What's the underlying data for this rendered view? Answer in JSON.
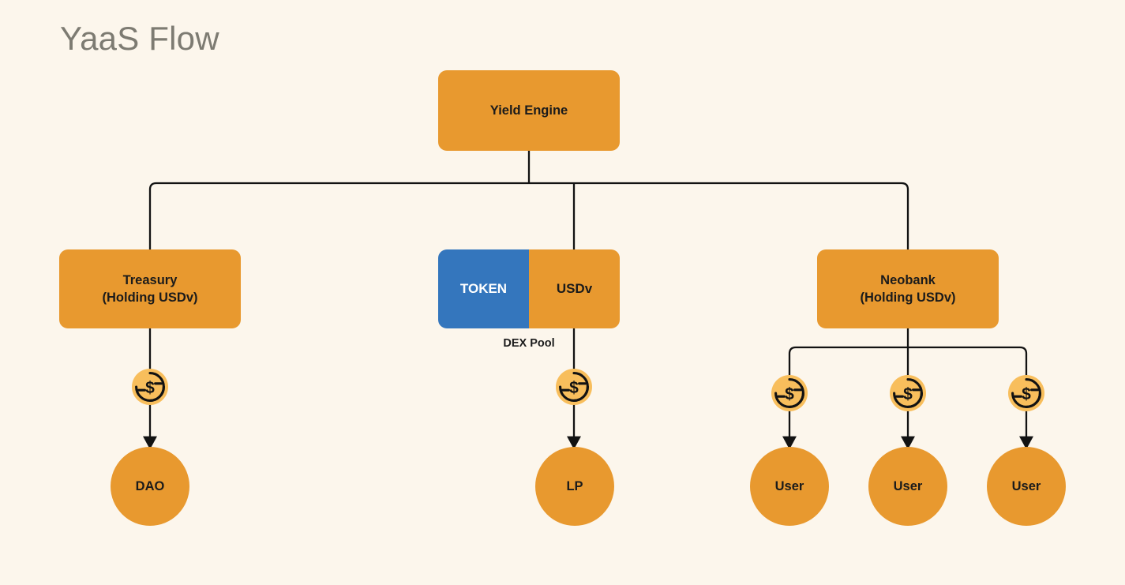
{
  "diagram": {
    "title": "YaaS Flow",
    "type": "flow-diagram",
    "colors": {
      "background": "#FCF6EC",
      "node_orange": "#E8992F",
      "token_blue": "#3476BD",
      "coin_amber": "#F8BE5C",
      "edge": "#121212",
      "title_gray": "#7d7b72",
      "node_text": "#1b1b1b",
      "token_text": "#ffffff"
    },
    "nodes": {
      "yield_engine": {
        "label": "Yield Engine",
        "shape": "rounded-rect"
      },
      "treasury": {
        "label_line1": "Treasury",
        "label_line2": "(Holding USDv)",
        "shape": "rounded-rect"
      },
      "dex_pool": {
        "caption": "DEX Pool",
        "left_label": "TOKEN",
        "right_label": "USDv",
        "shape": "split-rounded-rect"
      },
      "neobank": {
        "label_line1": "Neobank",
        "label_line2": "(Holding USDv)",
        "shape": "rounded-rect"
      },
      "dao": {
        "label": "DAO",
        "shape": "circle"
      },
      "lp": {
        "label": "LP",
        "shape": "circle"
      },
      "user_1": {
        "label": "User",
        "shape": "circle"
      },
      "user_2": {
        "label": "User",
        "shape": "circle"
      },
      "user_3": {
        "label": "User",
        "shape": "circle"
      }
    },
    "coins": [
      {
        "name": "coin-treasury-to-dao",
        "icon": "dollar-coin-icon"
      },
      {
        "name": "coin-dex-to-lp",
        "icon": "dollar-coin-icon"
      },
      {
        "name": "coin-neobank-to-user-1",
        "icon": "dollar-coin-icon"
      },
      {
        "name": "coin-neobank-to-user-2",
        "icon": "dollar-coin-icon"
      },
      {
        "name": "coin-neobank-to-user-3",
        "icon": "dollar-coin-icon"
      }
    ],
    "edges": [
      {
        "from": "yield_engine",
        "to": "treasury"
      },
      {
        "from": "yield_engine",
        "to": "dex_pool"
      },
      {
        "from": "yield_engine",
        "to": "neobank"
      },
      {
        "from": "treasury",
        "to": "dao",
        "arrow": true,
        "via": "coin-treasury-to-dao"
      },
      {
        "from": "dex_pool",
        "to": "lp",
        "arrow": true,
        "via": "coin-dex-to-lp"
      },
      {
        "from": "neobank",
        "to": "user_1",
        "arrow": true,
        "via": "coin-neobank-to-user-1"
      },
      {
        "from": "neobank",
        "to": "user_2",
        "arrow": true,
        "via": "coin-neobank-to-user-2"
      },
      {
        "from": "neobank",
        "to": "user_3",
        "arrow": true,
        "via": "coin-neobank-to-user-3"
      }
    ]
  }
}
